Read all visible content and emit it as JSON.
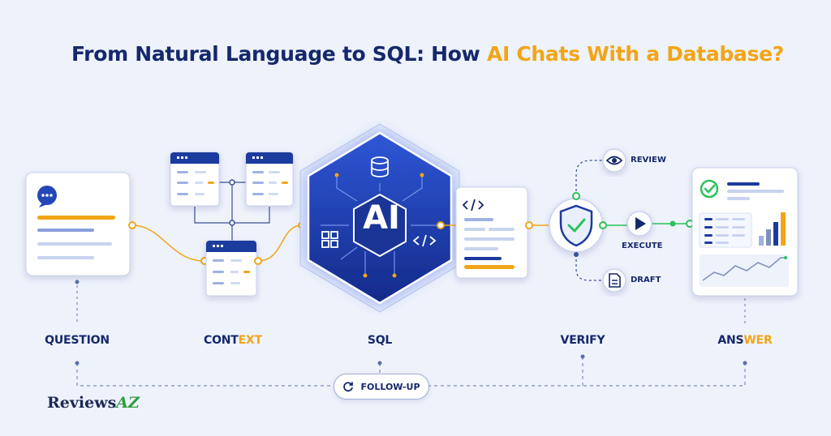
{
  "header": {
    "title_part1": "From Natural Language to SQL: How ",
    "title_highlight": "AI Chats With a Database?"
  },
  "stages": {
    "question": "QUESTION",
    "context_a": "CONT",
    "context_b": "EXT",
    "sql": "SQL",
    "verify": "VERIFY",
    "answer_a": "ANS",
    "answer_b": "WER"
  },
  "center": {
    "ai_label": "AI"
  },
  "verify_actions": {
    "review": "REVIEW",
    "execute": "EXECUTE",
    "draft": "DRAFT"
  },
  "loop": {
    "label": "FOLLOW-UP"
  },
  "brand": {
    "name_a": "Reviews",
    "name_b": "AZ"
  },
  "colors": {
    "navy": "#15286b",
    "blue": "#2447b8",
    "accent": "#f2a516",
    "green": "#2cc25a",
    "background": "#eef2fb"
  }
}
